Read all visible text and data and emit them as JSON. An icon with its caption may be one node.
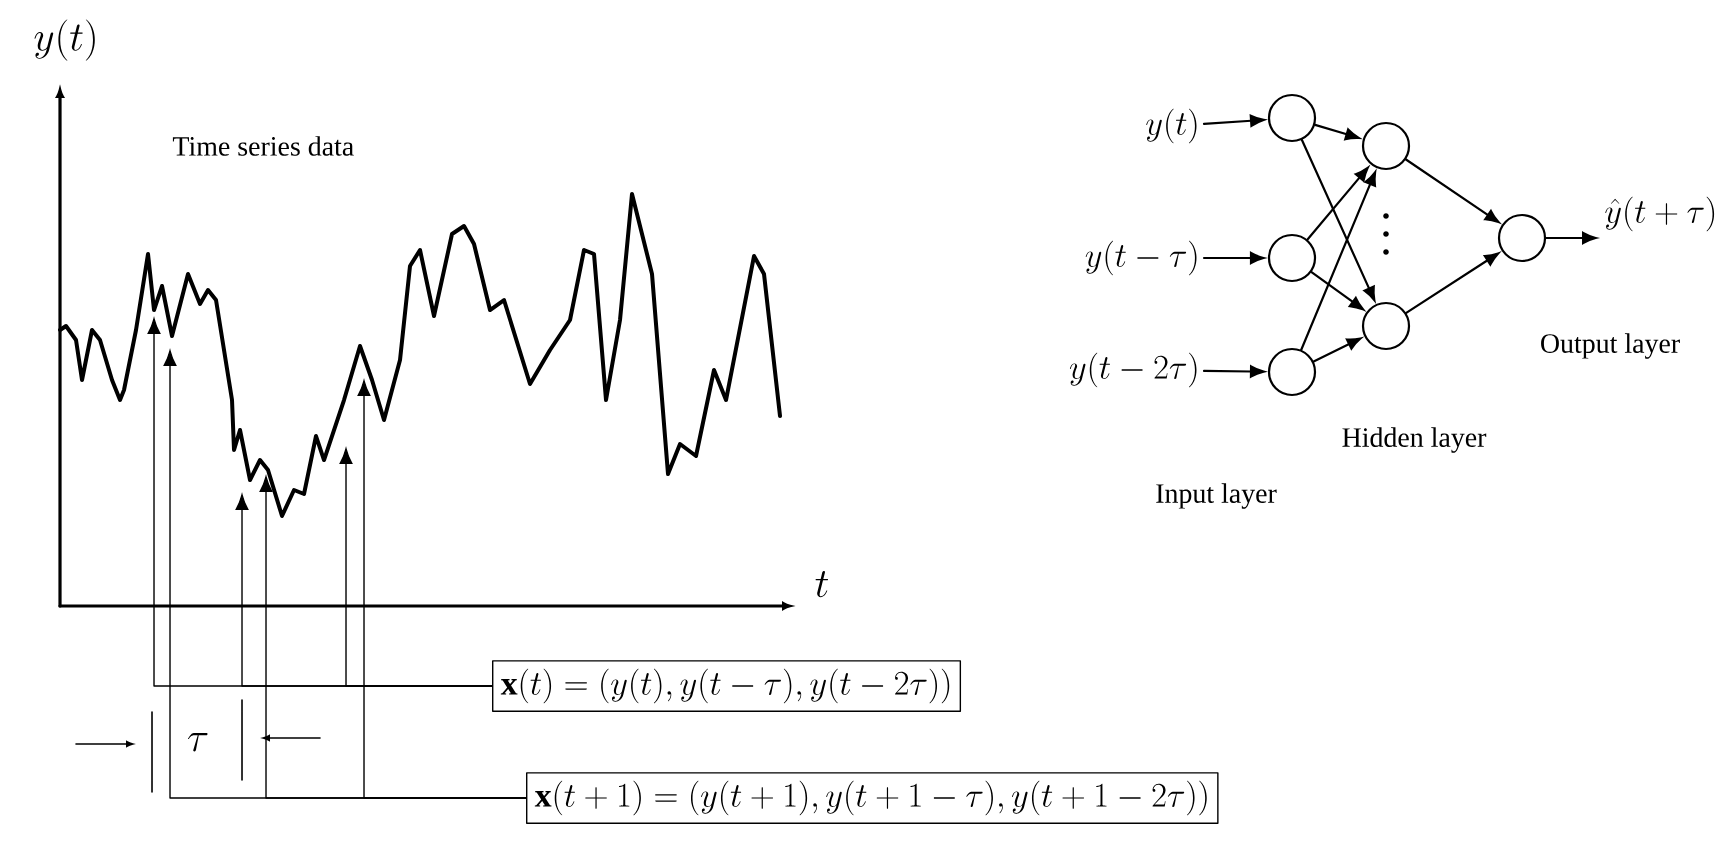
{
  "diagram": {
    "nodes": [
      {
        "text": [
          "y(t)"
        ]
      },
      {
        "text": [
          "y(t-\\tau)"
        ]
      },
      {
        "text": [
          "y(t-2\\tau)"
        ]
      },
      {
        "text": [],
        "shape": "circle"
      },
      {
        "text": [],
        "shape": "circle"
      },
      {
        "text": [],
        "shape": "circle"
      },
      {
        "text": [],
        "shape": "circle"
      },
      {
        "text": [],
        "shape": "circle"
      },
      {
        "text": [],
        "shape": "circle"
      },
      {
        "text": [
          "\\hat{y}(t+\\tau)"
        ]
      },
      {
        "text": [
          "\\mathbf{x}(t)=\\bigl(y(t),y(t-\\tau),y(t-2\\tau)\\bigr)"
        ]
      },
      {
        "text": [
          "\\mathbf{x}(t+1)=\\bigl(y(t+1),y(t+1-\\tau),y(t+1-2\\tau)\\bigr)"
        ]
      }
    ],
    "edges": [
      {
        "from": 0,
        "to": 3,
        "arrow": "to"
      },
      {
        "from": 1,
        "to": 4,
        "arrow": "to"
      },
      {
        "from": 2,
        "to": 5,
        "arrow": "to"
      },
      {
        "from": 3,
        "to": 6,
        "arrow": "to"
      },
      {
        "from": 3,
        "to": 7,
        "arrow": "to"
      },
      {
        "from": 4,
        "to": 6,
        "arrow": "to"
      },
      {
        "from": 4,
        "to": 7,
        "arrow": "to"
      },
      {
        "from": 5,
        "to": 6,
        "arrow": "to"
      },
      {
        "from": 5,
        "to": 7,
        "arrow": "to"
      },
      {
        "from": 6,
        "to": 8,
        "arrow": "to"
      },
      {
        "from": 7,
        "to": 8,
        "arrow": "to"
      },
      {
        "from": 8,
        "to": 9,
        "arrow": "to"
      },
      {
        "from": 10,
        "to": null,
        "arrow": "to"
      },
      {
        "from": 10,
        "to": null,
        "arrow": "to"
      },
      {
        "from": 10,
        "to": null,
        "arrow": "to"
      },
      {
        "from": 11,
        "to": null,
        "arrow": "to"
      },
      {
        "from": 11,
        "to": null,
        "arrow": "to"
      },
      {
        "from": 11,
        "to": null,
        "arrow": "to"
      }
    ],
    "labels": [
      "y(t)",
      "Time series data",
      "t",
      "\\tau",
      "Output layer",
      "Hidden layer",
      "Input layer"
    ]
  }
}
